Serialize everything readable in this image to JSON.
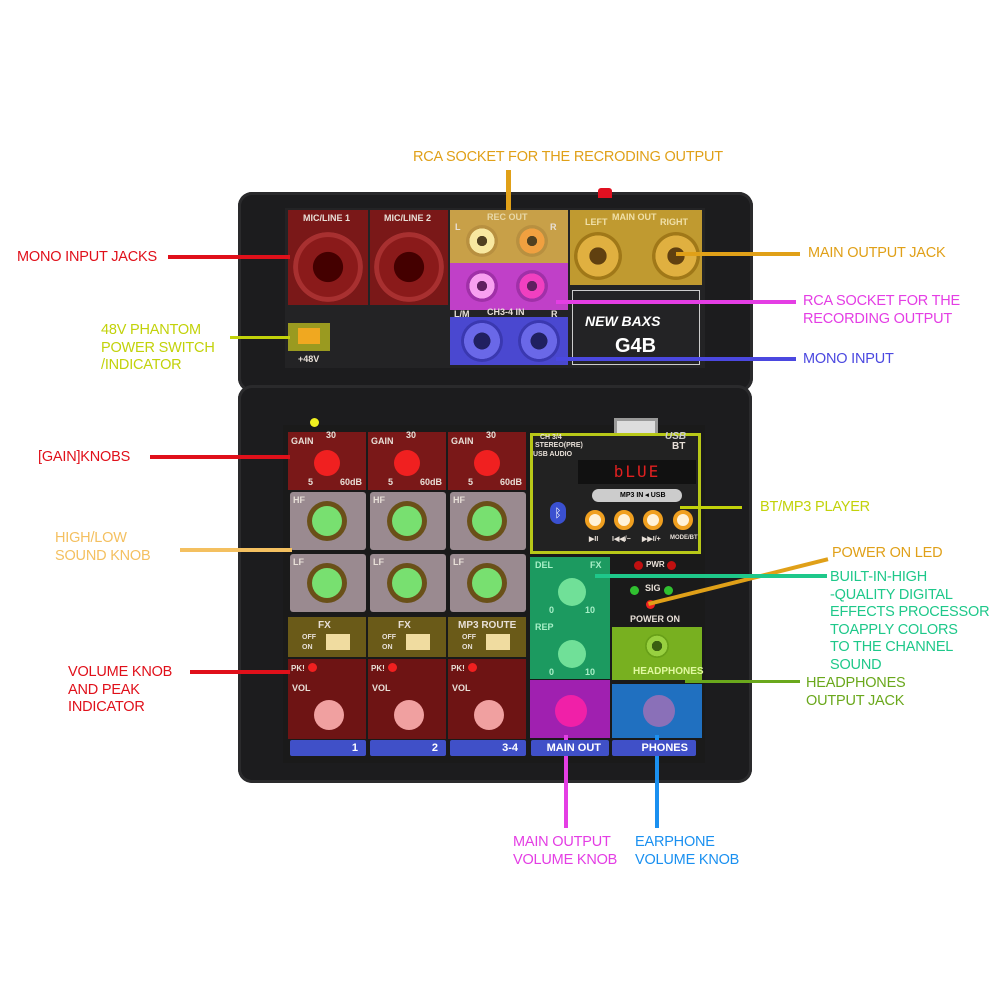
{
  "callouts": {
    "rca_rec_top": "RCA SOCKET FOR THE RECRODING OUTPUT",
    "mono_input_jacks": "MONO INPUT JACKS",
    "phantom": "48V PHANTOM\nPOWER SWITCH\n/INDICATOR",
    "main_output_jack": "MAIN OUTPUT JACK",
    "rca_rec_right": "RCA SOCKET FOR THE\nRECORDING OUTPUT",
    "mono_input": "MONO INPUT",
    "gain_knobs": "[GAIN]KNOBS",
    "high_low": "HIGH/LOW\nSOUND KNOB",
    "bt_mp3": "BT/MP3 PLAYER",
    "power_led": "POWER ON LED",
    "effects": "BUILT-IN-HIGH\n-QUALITY DIGITAL\nEFFECTS PROCESSOR\nTOAPPLY COLORS\nTO THE CHANNEL\nSOUND",
    "volume_peak": "VOLUME KNOB\nAND PEAK\nINDICATOR",
    "headphones_jack": "HEADPHONES\nOUTPUT JACK",
    "main_vol": "MAIN OUTPUT\nVOLUME KNOB",
    "earphone_vol": "EARPHONE\nVOLUME KNOB"
  },
  "colors": {
    "red": "#e0101a",
    "orange": "#e0a018",
    "lime": "#c2d20a",
    "magenta": "#e43ee4",
    "blue": "#4b48e0",
    "lightorange": "#f4c060",
    "green": "#1ec88a",
    "olive": "#6aa81c",
    "skyblue": "#1a90f0"
  },
  "top_panel": {
    "mic1": "MIC/LINE 1",
    "mic2": "MIC/LINE 2",
    "rec_out": "REC OUT",
    "rec_l": "L",
    "rec_r": "R",
    "ch34_in": "CH3-4 IN",
    "lm": "L/M",
    "r": "R",
    "main_out": "MAIN OUT",
    "left": "LEFT",
    "right": "RIGHT",
    "phantom": "+48V",
    "brand": "NEW BAXS",
    "model": "G4B"
  },
  "channels": [
    {
      "gain": "GAIN",
      "g30": "30",
      "g5": "5",
      "g60": "60dB",
      "hf": "HF",
      "lf": "LF",
      "switch": "FX",
      "off": "OFF",
      "on": "ON",
      "pk": "PK!",
      "vol": "VOL",
      "bar": "1"
    },
    {
      "gain": "GAIN",
      "g30": "30",
      "g5": "5",
      "g60": "60dB",
      "hf": "HF",
      "lf": "LF",
      "switch": "FX",
      "off": "OFF",
      "on": "ON",
      "pk": "PK!",
      "vol": "VOL",
      "bar": "2"
    },
    {
      "gain": "GAIN",
      "g30": "30",
      "g5": "5",
      "g60": "60dB",
      "hf": "HF",
      "lf": "LF",
      "switch": "MP3 ROUTE",
      "off": "OFF",
      "on": "ON",
      "pk": "PK!",
      "vol": "VOL",
      "bar": "3-4"
    }
  ],
  "player": {
    "ch34": "CH 3/4",
    "stereo": "STEREO(PRE)",
    "usb_audio": "USB AUDIO",
    "usb": "USB",
    "bt": "BT",
    "display": "bLUE",
    "mp3in": "MP3 IN",
    "usb_tag": "USB",
    "buttons": [
      "▶II",
      "I◀◀/−",
      "▶▶I/+",
      "MODE/BT"
    ]
  },
  "fx": {
    "del": "DEL",
    "fx": "FX",
    "rep": "REP",
    "min": "0",
    "max": "10"
  },
  "status": {
    "pwr": "PWR",
    "sig": "SIG",
    "power_on": "POWER ON",
    "headphones": "HEADPHONES"
  },
  "bottom_bars": {
    "main_out": "MAIN OUT",
    "phones": "PHONES"
  }
}
